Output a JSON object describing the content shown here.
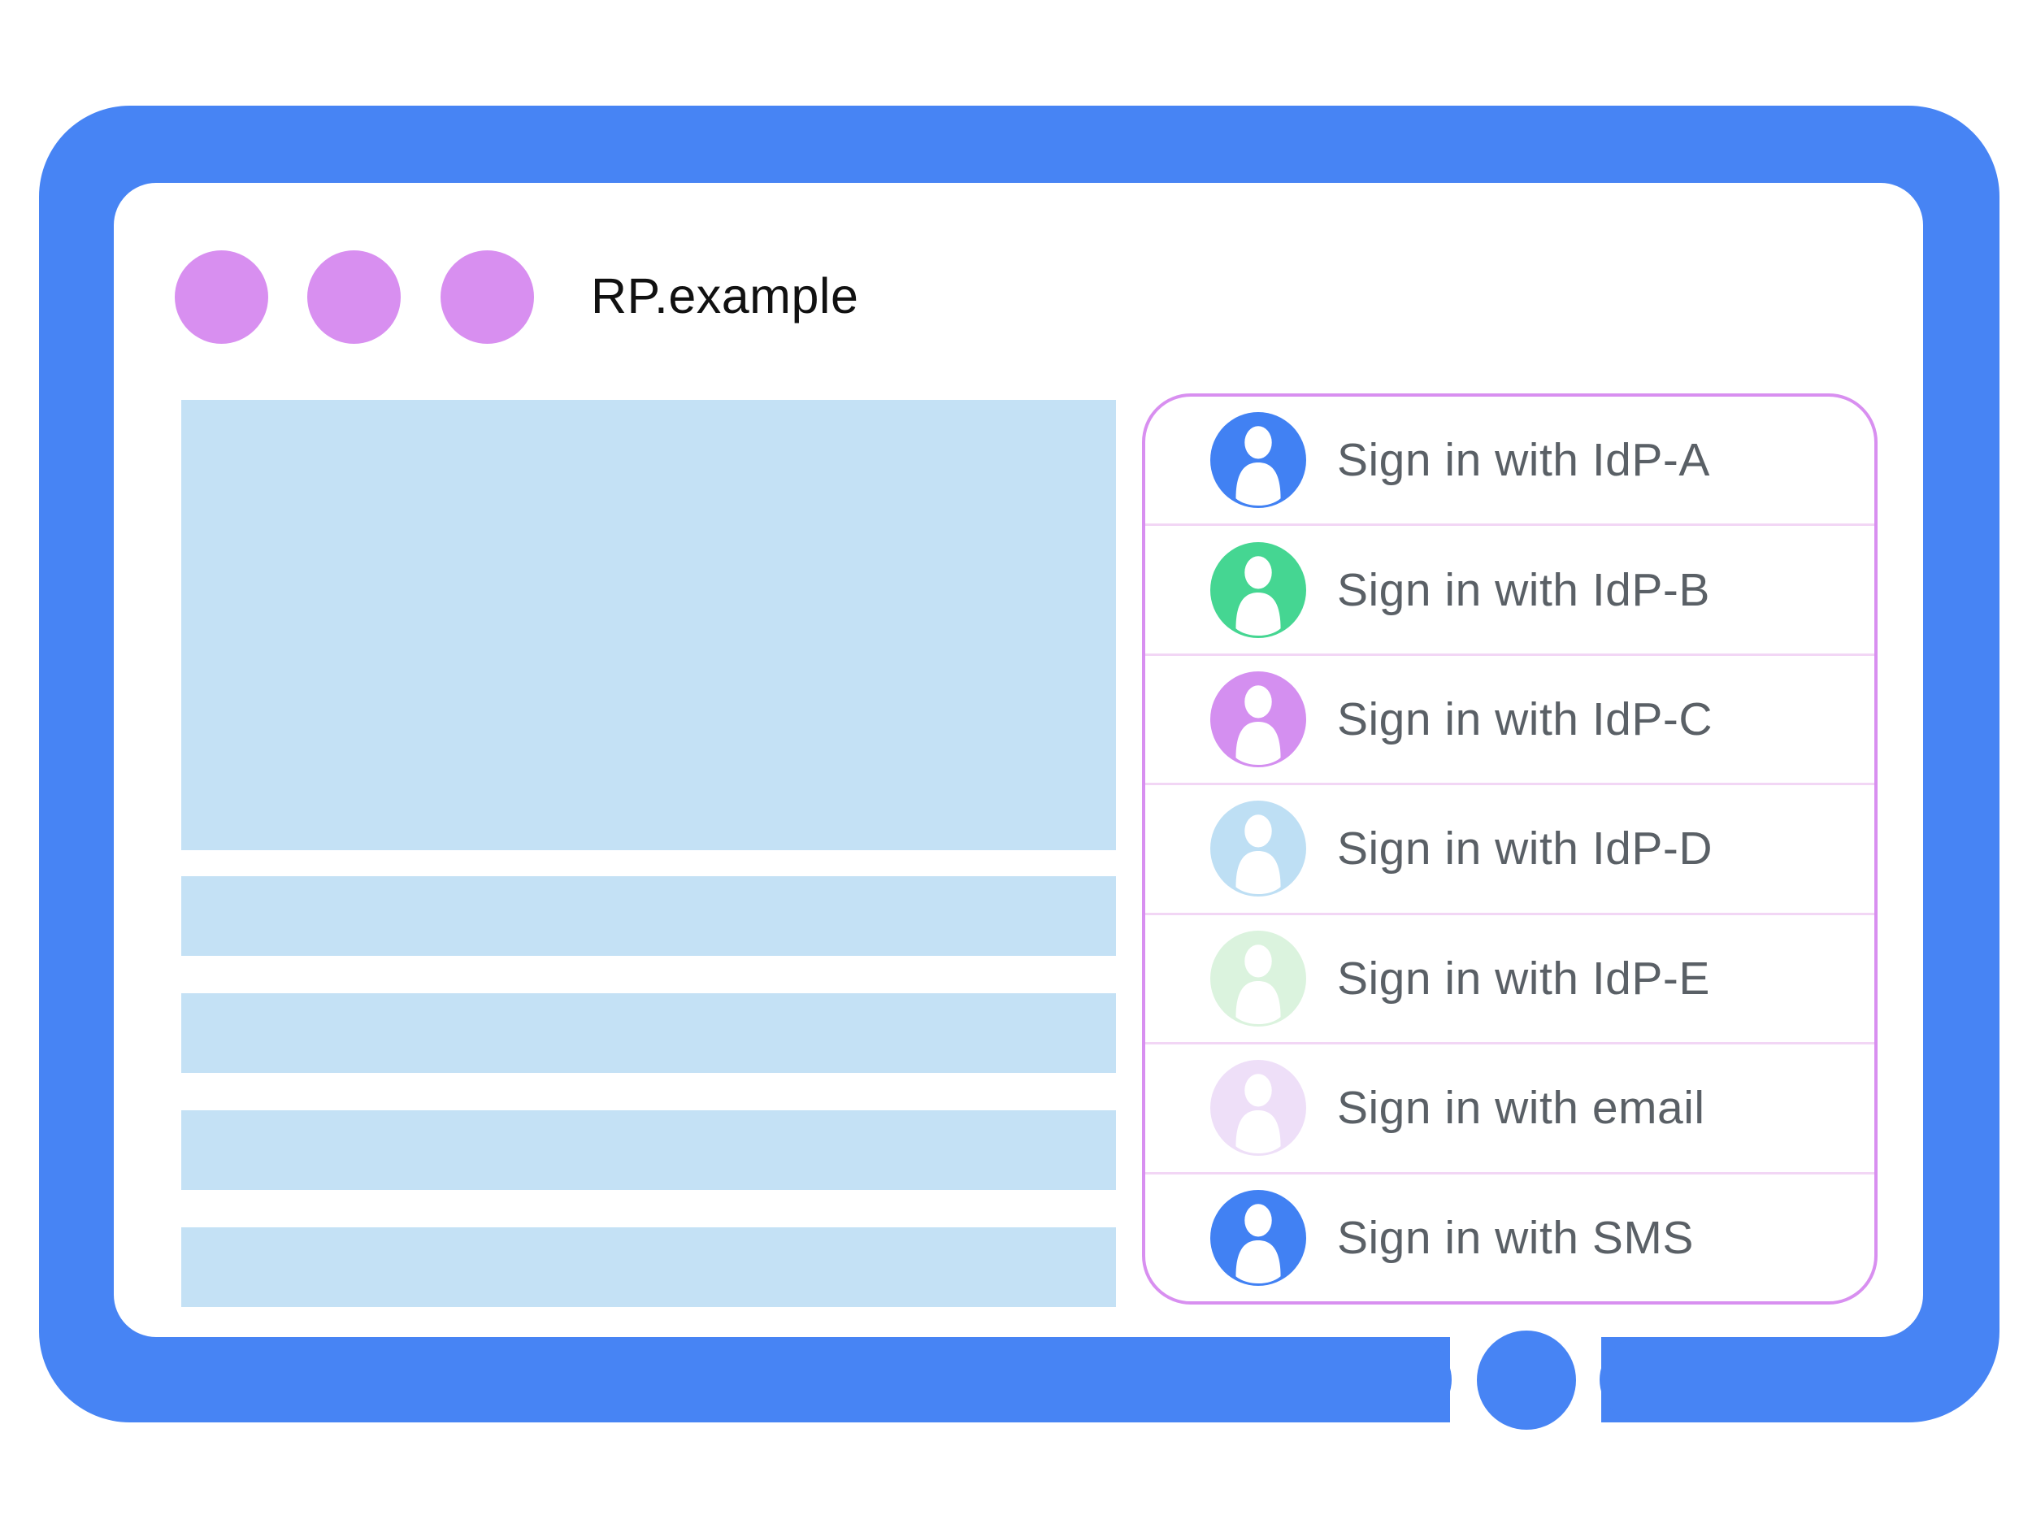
{
  "browser": {
    "title": "RP.example",
    "window_controls_count": 3
  },
  "signin_panel": {
    "items": [
      {
        "label": "Sign in with IdP-A",
        "avatar_color": "#4181f3"
      },
      {
        "label": "Sign in with IdP-B",
        "avatar_color": "#45d692"
      },
      {
        "label": "Sign in with IdP-C",
        "avatar_color": "#d48ff0"
      },
      {
        "label": "Sign in with IdP-D",
        "avatar_color": "#bedff4"
      },
      {
        "label": "Sign in with IdP-E",
        "avatar_color": "#dbf3de"
      },
      {
        "label": "Sign in with email",
        "avatar_color": "#eedff8"
      },
      {
        "label": "Sign in with SMS",
        "avatar_color": "#4181f3"
      }
    ]
  },
  "colors": {
    "frame_blue": "#4784f4",
    "accent_orchid": "#d88ff0",
    "placeholder_blue": "#c4e1f5",
    "divider_pink": "#f2d6f5",
    "label_gray": "#5a6066"
  }
}
